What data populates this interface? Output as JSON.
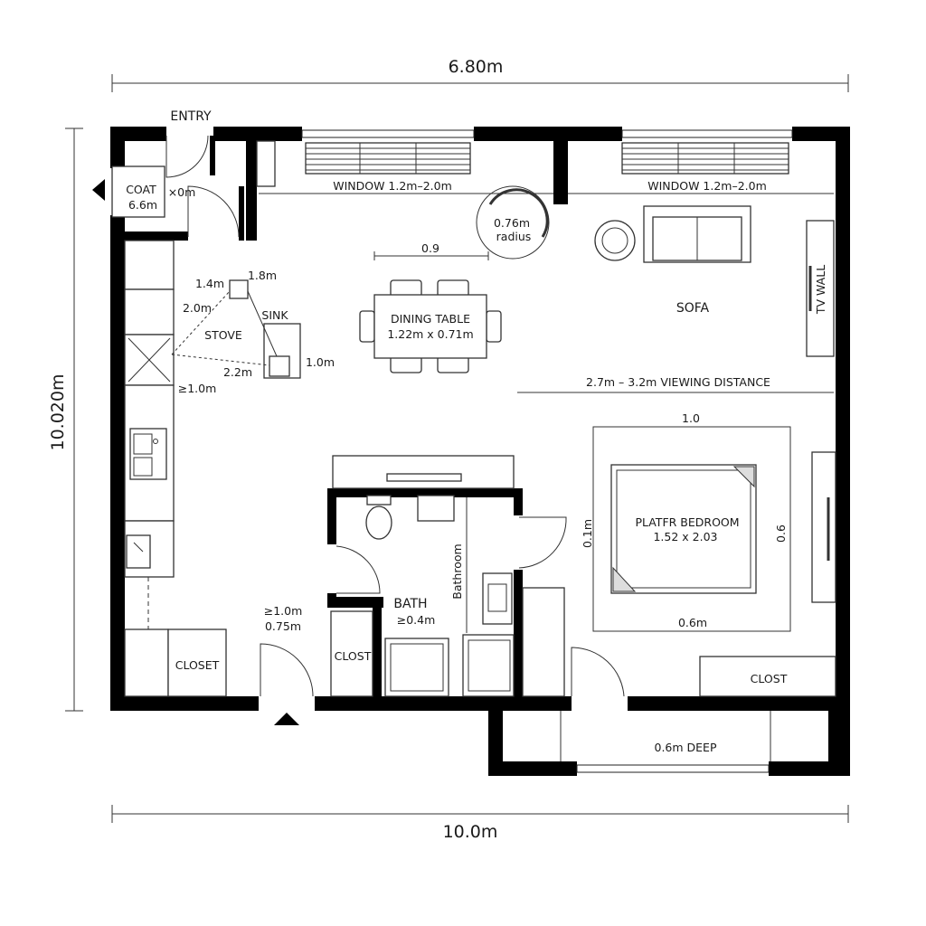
{
  "dimensions": {
    "top_width": "6.80m",
    "left_height": "10.020m",
    "bottom_width": "10.0m"
  },
  "labels": {
    "entry": "ENTRY",
    "coat": "COAT",
    "coat_dim_a": "×0m",
    "coat_dim_b": "6.6m",
    "window_left": "WINDOW 1.2m–2.0m",
    "window_right": "WINDOW 1.2m–2.0m",
    "radius_value": "0.76m",
    "radius_word": "radius",
    "table_clear": "0.9",
    "dining_table": "DINING TABLE",
    "dining_table_size": "1.22m x 0.71m",
    "sofa": "SOFA",
    "tv_wall": "TV WALL",
    "viewing_distance": "2.7m – 3.2m VIEWING DISTANCE",
    "tri_1_4": "1.4m",
    "tri_1_8": "1.8m",
    "tri_2_0": "2.0m",
    "sink": "SINK",
    "stove": "STOVE",
    "tri_2_2": "2.2m",
    "tri_1_0": "1.0m",
    "clear_1_0": "≥1.0m",
    "hall_clear": "≥1.0m",
    "hall_door": "0.75m",
    "closet_left": "CLOSET",
    "closet_mid": "CLOST",
    "bath": "BATH",
    "bath_dim": "≥0.4m",
    "bathroom_vertical": "Bathroom",
    "bed_top": "1.0",
    "bed_left": "0.1m",
    "bed_right": "0.6",
    "bed_bottom": "0.6m",
    "bedroom": "PLATFR BEDROOM",
    "bed_size": "1.52 x 2.03",
    "closet_right": "CLOST",
    "deep": "0.6m DEEP"
  }
}
